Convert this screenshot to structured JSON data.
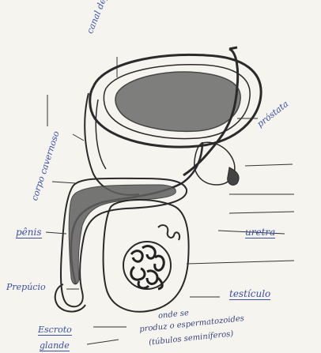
{
  "labels": {
    "canal_deferente": "canal deferente",
    "prostata": "próstata",
    "corpo_cavernoso": "corpo cavernoso",
    "penis": "pênis",
    "uretra": "uretra",
    "prepucio": "Prepúcio",
    "testiculo": "testículo",
    "escroto": "Escroto",
    "glande": "glande",
    "note_line1": "onde se",
    "note_line2": "produz o espermatozoides",
    "note_line3": "(túbulos seminíferos)"
  },
  "colors": {
    "ink": "#3a4fa8",
    "pencil": "#2a2a2a",
    "shading": "#555555",
    "paper": "#f5f4ef"
  }
}
